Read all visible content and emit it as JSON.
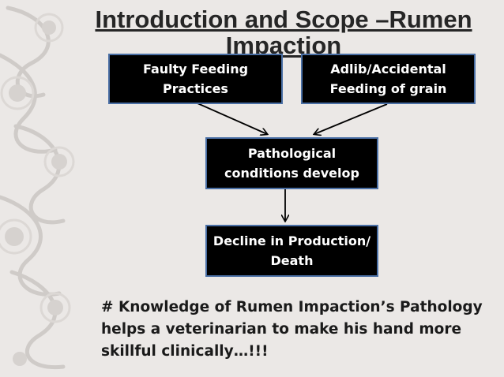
{
  "slide": {
    "title": "Introduction and Scope –Rumen Impaction",
    "boxes": {
      "faulty_feeding": "Faulty Feeding\nPractices",
      "adlib_feeding": "Adlib/Accidental\nFeeding of grain",
      "pathological": "Pathological\nconditions develop",
      "decline": "Decline in Production/\nDeath"
    },
    "note": "# Knowledge of Rumen Impaction’s Pathology helps a veterinarian to make his hand more skillful clinically…!!!"
  },
  "colors": {
    "background": "#ebe8e6",
    "box_fill": "#000000",
    "box_border": "#4a6fa5",
    "text_dark": "#262626"
  }
}
